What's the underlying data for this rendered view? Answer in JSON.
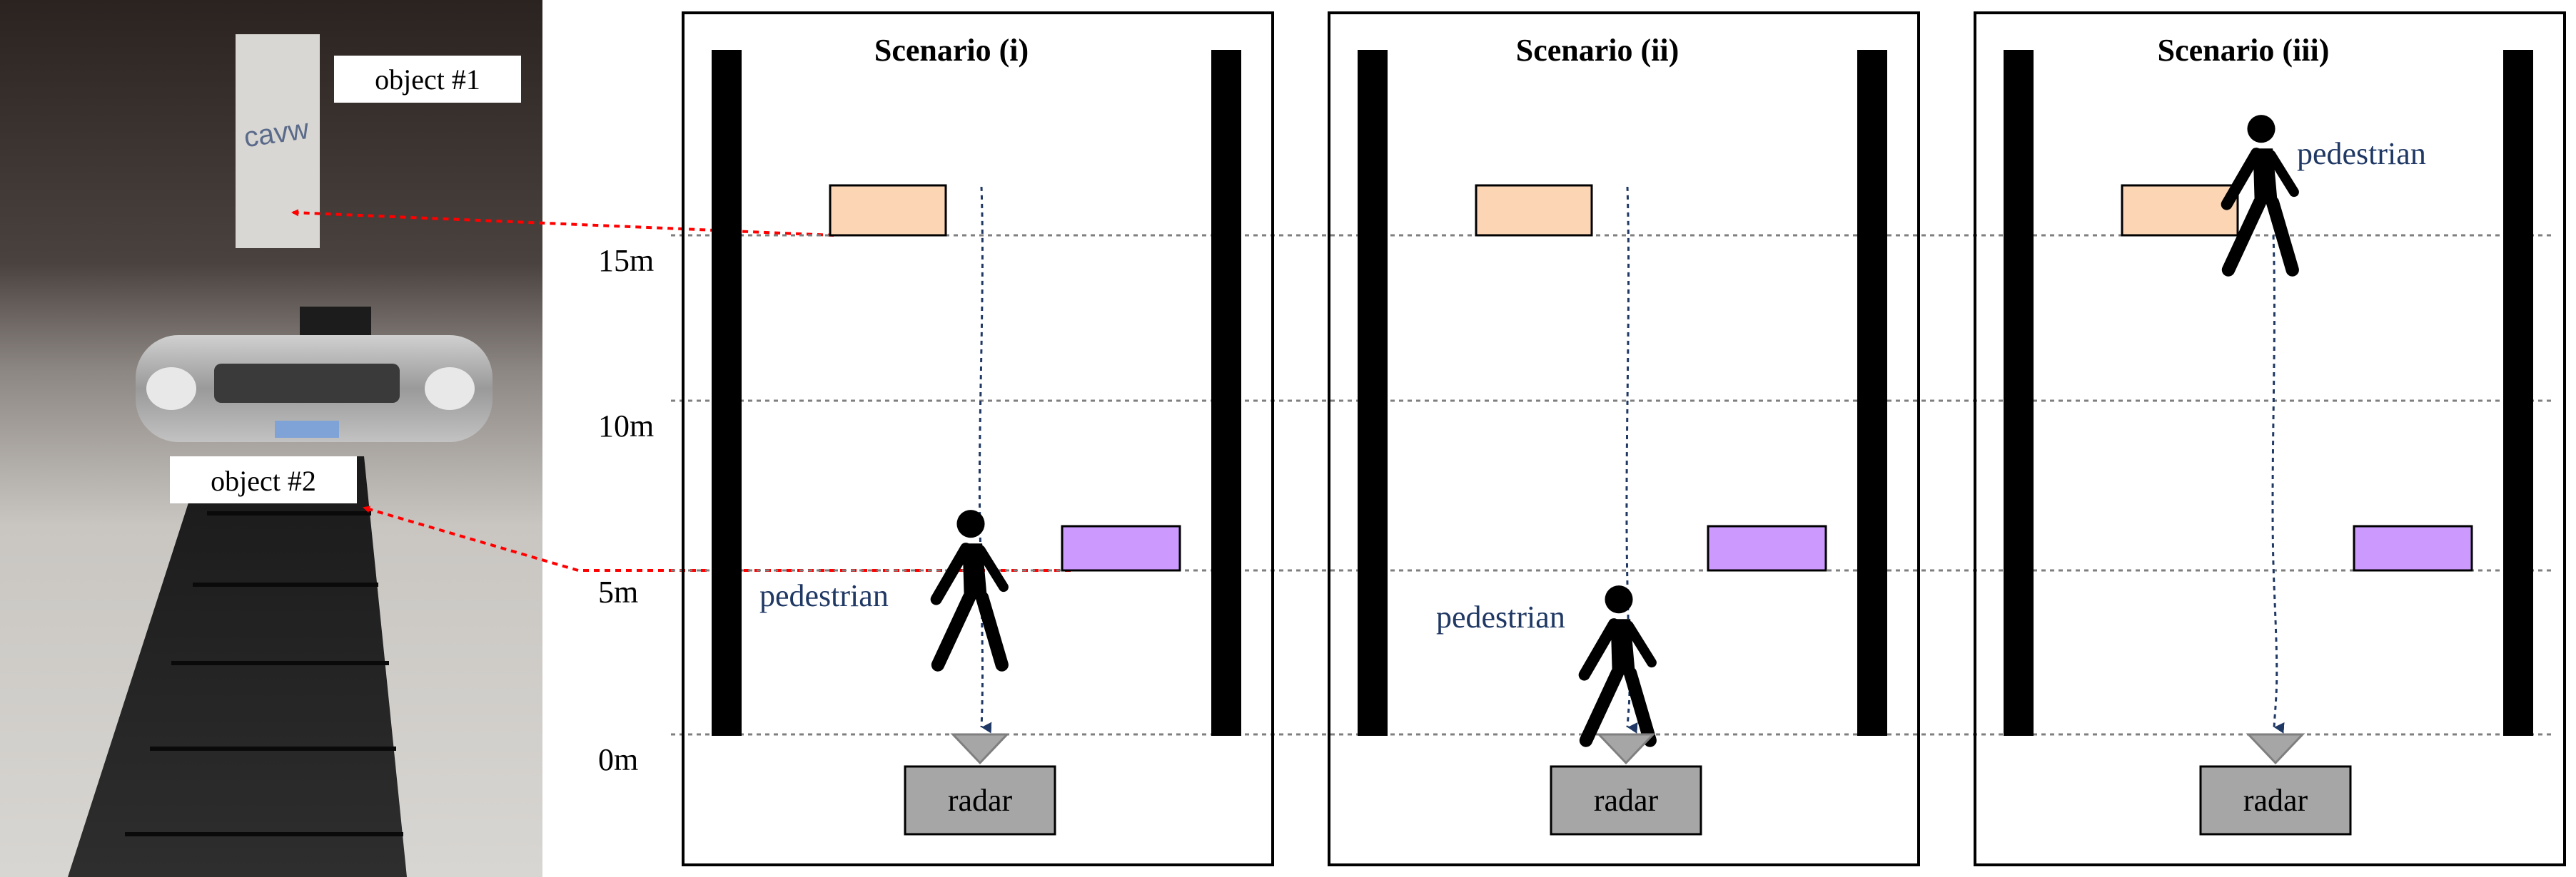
{
  "photo": {
    "label_object1": "object #1",
    "label_object2": "object #2"
  },
  "scale_labels": [
    "15m",
    "10m",
    "5m",
    "0m"
  ],
  "scenarios": [
    {
      "title": "Scenario (i)",
      "pedestrian_label": "pedestrian",
      "radar_label": "radar"
    },
    {
      "title": "Scenario (ii)",
      "pedestrian_label": "pedestrian",
      "radar_label": "radar"
    },
    {
      "title": "Scenario (iii)",
      "pedestrian_label": "pedestrian",
      "radar_label": "radar"
    }
  ],
  "colors": {
    "object1": "#fcd5b5",
    "object2": "#cc99ff",
    "pedestrian_label": "#1f3864",
    "path": "#1f3864",
    "arrow": "#ff0000",
    "wall": "#000000",
    "radar": "#a6a6a6",
    "gridline": "#7f7f7f"
  }
}
